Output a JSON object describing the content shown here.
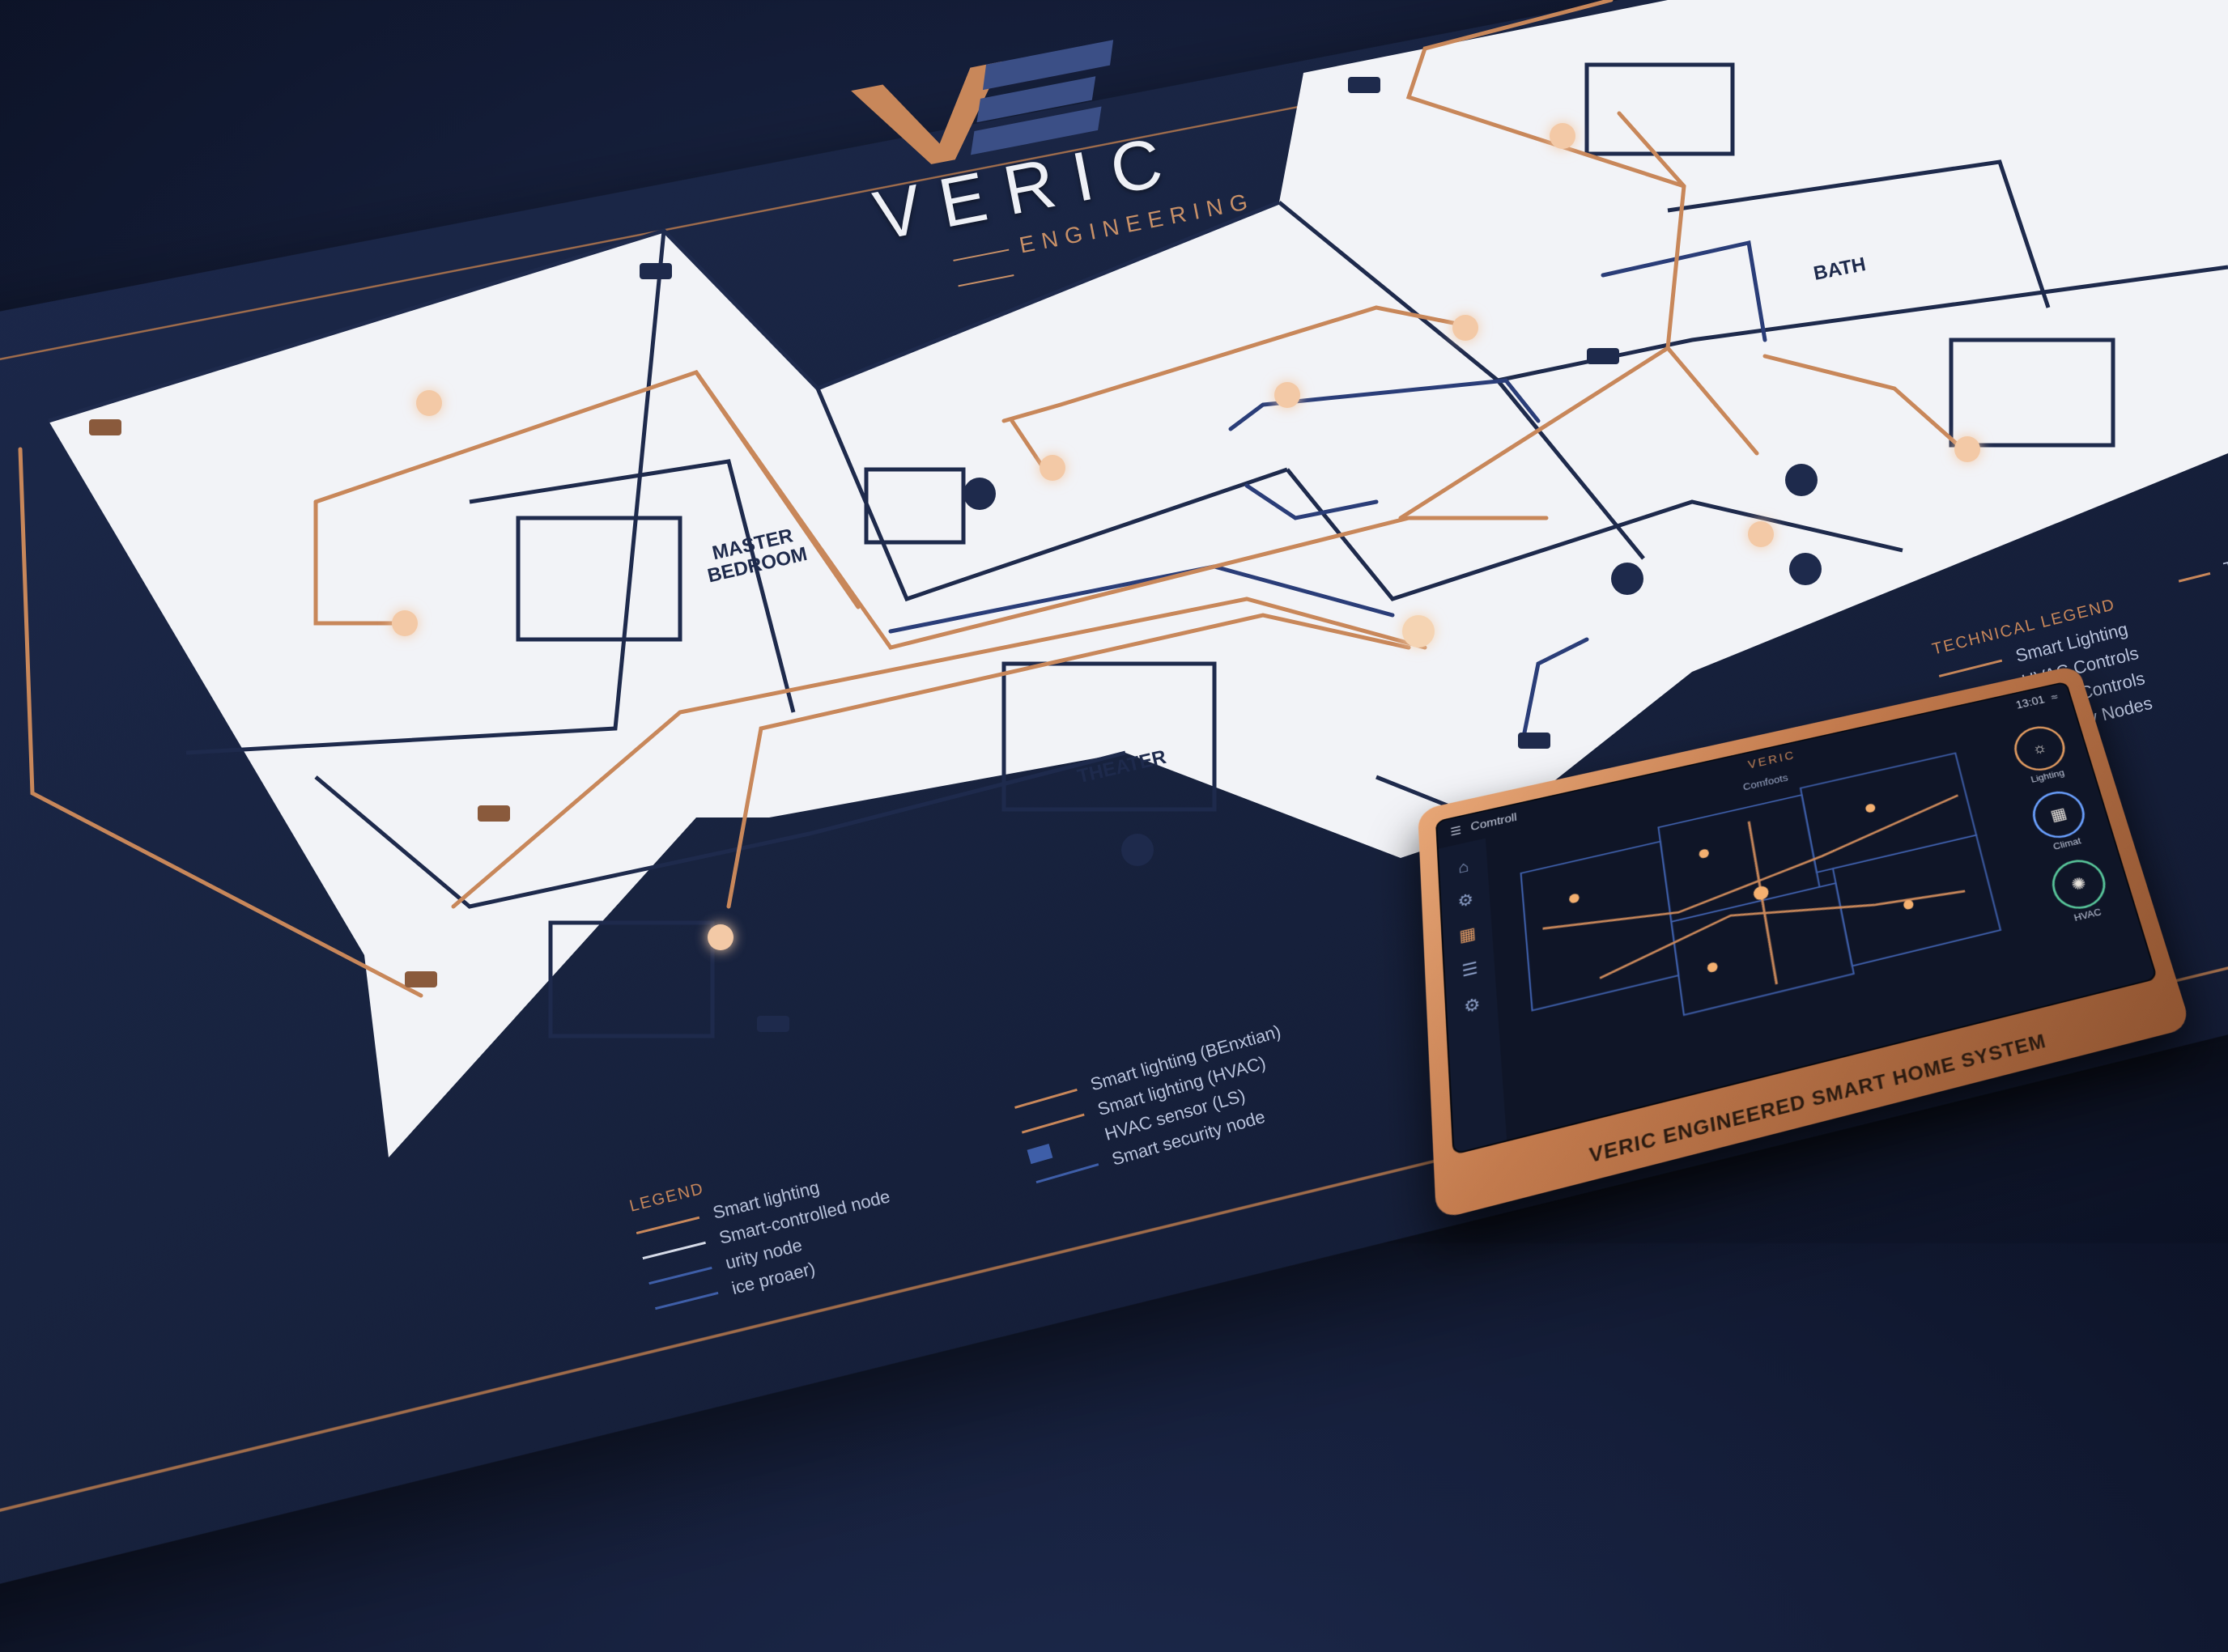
{
  "logo": {
    "word": "VERIC",
    "sub": "ENGINEERING"
  },
  "rooms": {
    "master": "MASTER\nBEDROOM",
    "theater": "THEATER",
    "bath": "BATH"
  },
  "tech_legend": {
    "title": "TECHNICAL LEGEND",
    "items": [
      {
        "label": "Smart Lighting",
        "color": "#c8875a"
      },
      {
        "label": "HVAC Controls",
        "color": "#d8c9c0"
      },
      {
        "label": "HVAC Controls",
        "color": "#3e5ea8"
      },
      {
        "label": "Security Nodes",
        "color": "#b05ad0",
        "icon": "camera-icon"
      }
    ],
    "cutoff": "T"
  },
  "mid_legend": {
    "items": [
      {
        "label": "Smart lighting (BEnxtian)",
        "color": "#c8875a"
      },
      {
        "label": "Smart lighting (HVAC)",
        "color": "#c8875a"
      },
      {
        "label": "HVAC sensor (LS)",
        "color": "#3e5ea8",
        "icon": "camera-icon"
      },
      {
        "label": "Smart security node",
        "color": "#3e5ea8"
      }
    ]
  },
  "left_legend": {
    "title": "LEGEND",
    "items": [
      {
        "label": "Smart lighting",
        "color": "#c8875a"
      },
      {
        "label": "Smart-controlled node",
        "color": "#d6dbe8"
      },
      {
        "label": "urity node",
        "color": "#3e5ea8"
      },
      {
        "label": "ice proaer)",
        "color": "#3e5ea8"
      }
    ]
  },
  "tablet": {
    "caption": "VERIC ENGINEERED SMART HOME SYSTEM",
    "brand": "VERIC",
    "time": "13:01",
    "top_left": "Comtroll",
    "center_title": "Comfoots",
    "controls": [
      {
        "label": "Lighting",
        "icon": "bulb-icon"
      },
      {
        "label": "Climat",
        "icon": "climate-icon"
      },
      {
        "label": "HVAC",
        "icon": "fan-icon"
      }
    ],
    "side_icons": [
      "home-icon",
      "gear-icon",
      "folder-icon",
      "sliders-icon",
      "settings-icon"
    ]
  }
}
